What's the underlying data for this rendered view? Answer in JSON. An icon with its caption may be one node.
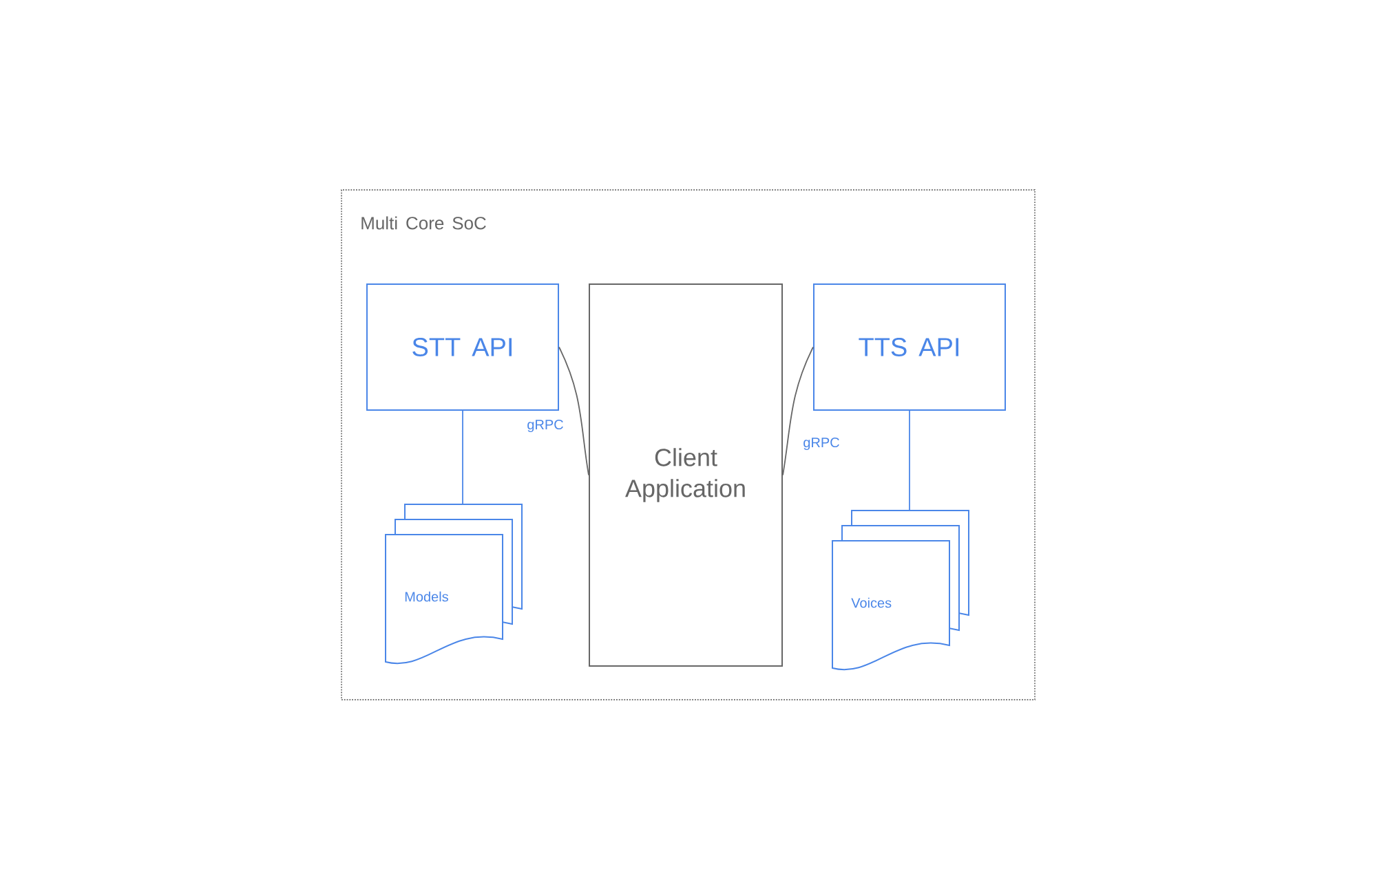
{
  "diagram": {
    "nodes": [
      {
        "text": [
          "Multi Core SoC"
        ]
      },
      {
        "text": [
          "STT API"
        ],
        "in": 0
      },
      {
        "text": [
          "Client Application"
        ],
        "in": 0
      },
      {
        "text": [
          "TTS API"
        ],
        "in": 0
      },
      {
        "text": [
          "Models"
        ],
        "in": 0
      },
      {
        "text": [
          "Voices"
        ],
        "in": 0
      }
    ],
    "edges": [
      {
        "from": 1,
        "to": 4,
        "arrow": "none"
      },
      {
        "from": 1,
        "to": 2,
        "arrow": "none",
        "label": "gRPC",
        "color": "#666666"
      },
      {
        "from": 3,
        "to": 2,
        "arrow": "none",
        "label": "gRPC",
        "color": "#666666"
      },
      {
        "from": 3,
        "to": 5,
        "arrow": "none"
      }
    ]
  }
}
